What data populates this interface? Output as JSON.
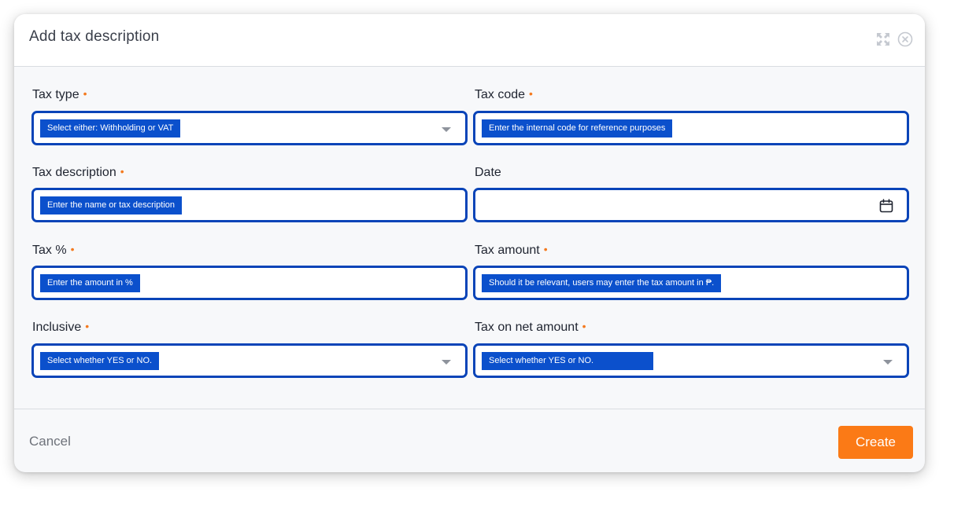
{
  "modal": {
    "title": "Add tax description"
  },
  "form": {
    "tax_type": {
      "label": "Tax type",
      "required_mark": "•",
      "value": "Select either: Withholding or VAT"
    },
    "tax_code": {
      "label": "Tax code",
      "required_mark": "•",
      "value": "Enter the internal code for reference purposes"
    },
    "tax_description": {
      "label": "Tax description",
      "required_mark": "•",
      "value": "Enter the name or tax description"
    },
    "date": {
      "label": "Date",
      "value": ""
    },
    "tax_percent": {
      "label": "Tax %",
      "required_mark": "•",
      "value": "Enter the amount in %"
    },
    "tax_amount": {
      "label": "Tax amount",
      "required_mark": "•",
      "value": "Should it be relevant, users may enter the tax amount in ₱."
    },
    "inclusive": {
      "label": "Inclusive",
      "required_mark": "•",
      "value": "Select whether YES or NO."
    },
    "tax_on_net_amount": {
      "label": "Tax on net amount",
      "required_mark": "•",
      "value": "Select whether YES or NO."
    }
  },
  "footer": {
    "cancel_label": "Cancel",
    "create_label": "Create"
  },
  "icons": {
    "expand": "expand-icon",
    "close": "close-circle-icon",
    "calendar": "calendar-icon",
    "dropdown": "chevron-down-icon"
  },
  "colors": {
    "field_border": "#0a44b8",
    "highlight": "#0b50cc",
    "required": "#f47a1f",
    "primary_button": "#fb7a16"
  }
}
